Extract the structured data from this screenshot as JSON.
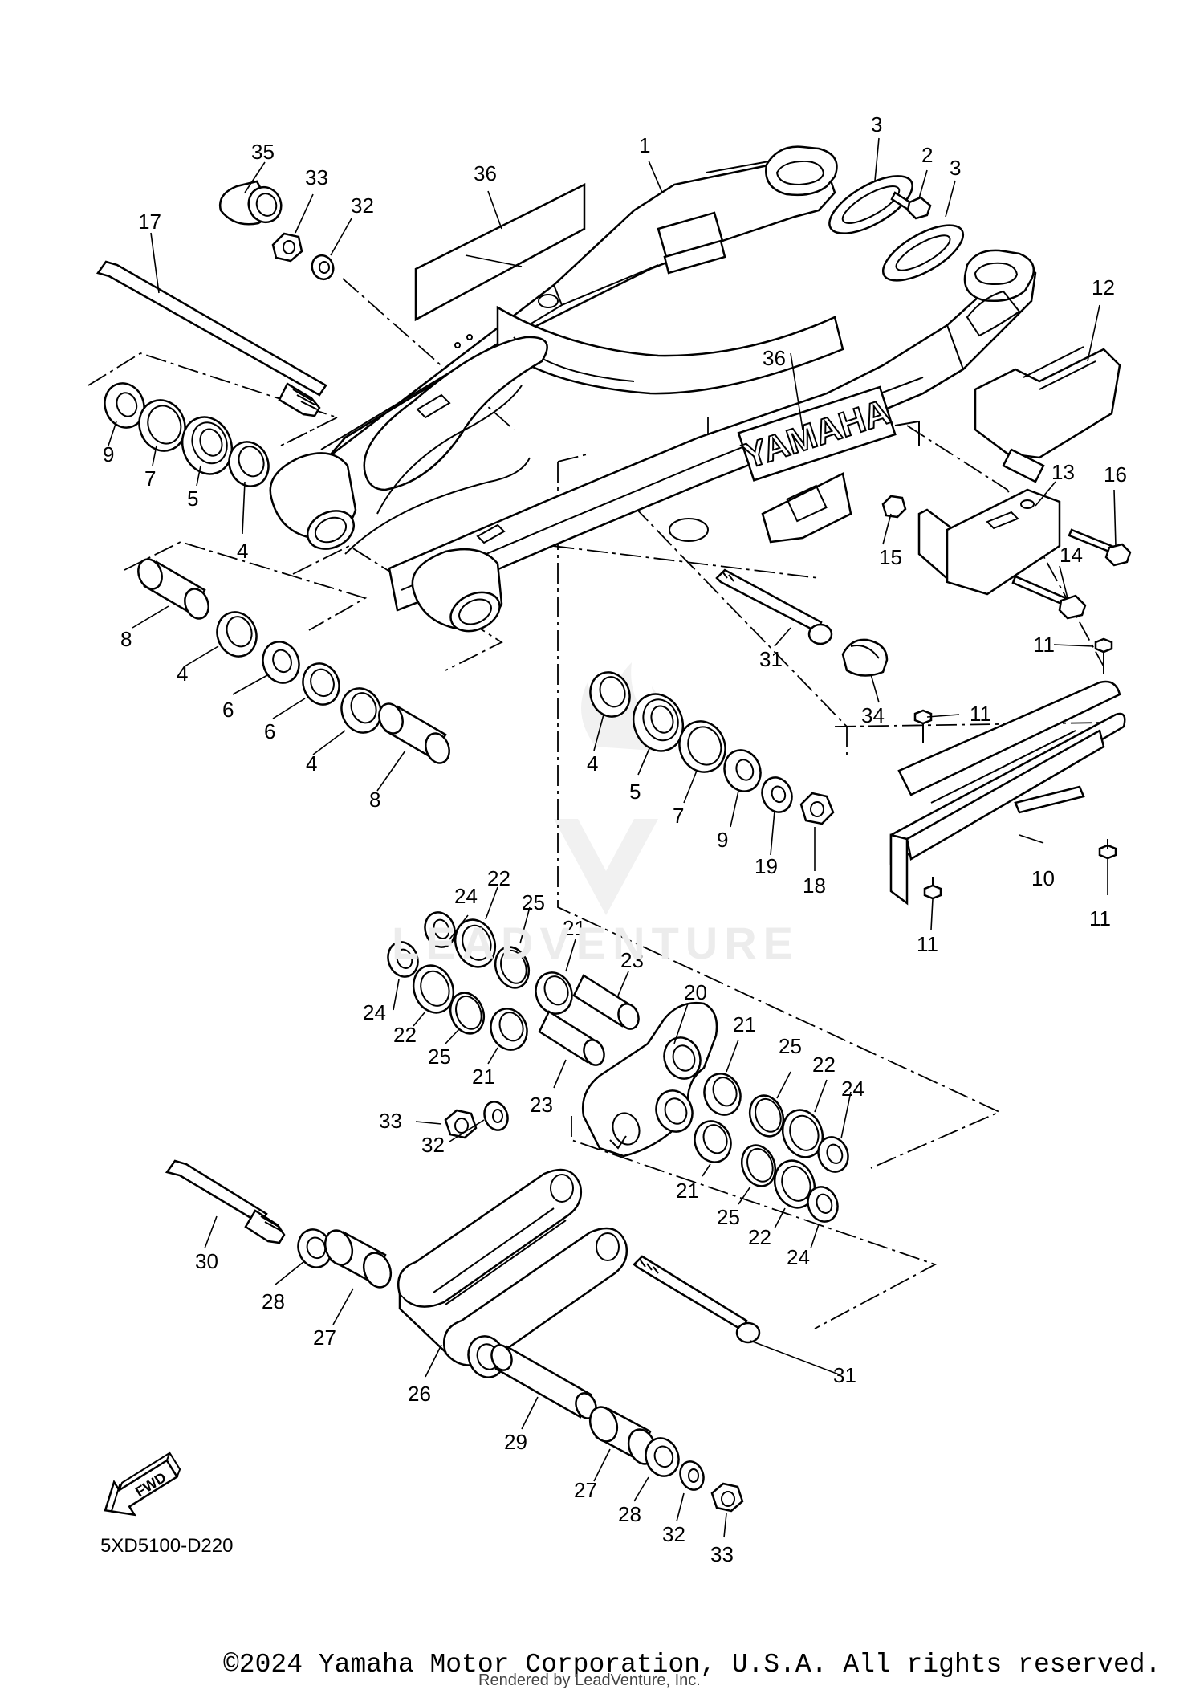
{
  "diagram": {
    "part_code": "5XD5100-D220",
    "copyright": "©2024 Yamaha Motor Corporation, U.S.A. All rights reserved.",
    "rendered_by": "Rendered by LeadVenture, Inc.",
    "watermark": "LEADVENTURE",
    "brand_decal": "YAMAHA",
    "fwd_label": "FWD"
  },
  "callouts": [
    "1",
    "2",
    "3",
    "3",
    "4",
    "4",
    "4",
    "4",
    "5",
    "5",
    "6",
    "6",
    "7",
    "7",
    "8",
    "8",
    "9",
    "9",
    "10",
    "11",
    "11",
    "11",
    "11",
    "12",
    "13",
    "14",
    "15",
    "16",
    "17",
    "18",
    "19",
    "20",
    "21",
    "21",
    "21",
    "21",
    "22",
    "22",
    "22",
    "22",
    "23",
    "23",
    "24",
    "24",
    "24",
    "24",
    "25",
    "25",
    "25",
    "25",
    "26",
    "27",
    "27",
    "28",
    "28",
    "29",
    "30",
    "31",
    "31",
    "32",
    "32",
    "32",
    "33",
    "33",
    "33",
    "34",
    "35",
    "36",
    "36"
  ]
}
